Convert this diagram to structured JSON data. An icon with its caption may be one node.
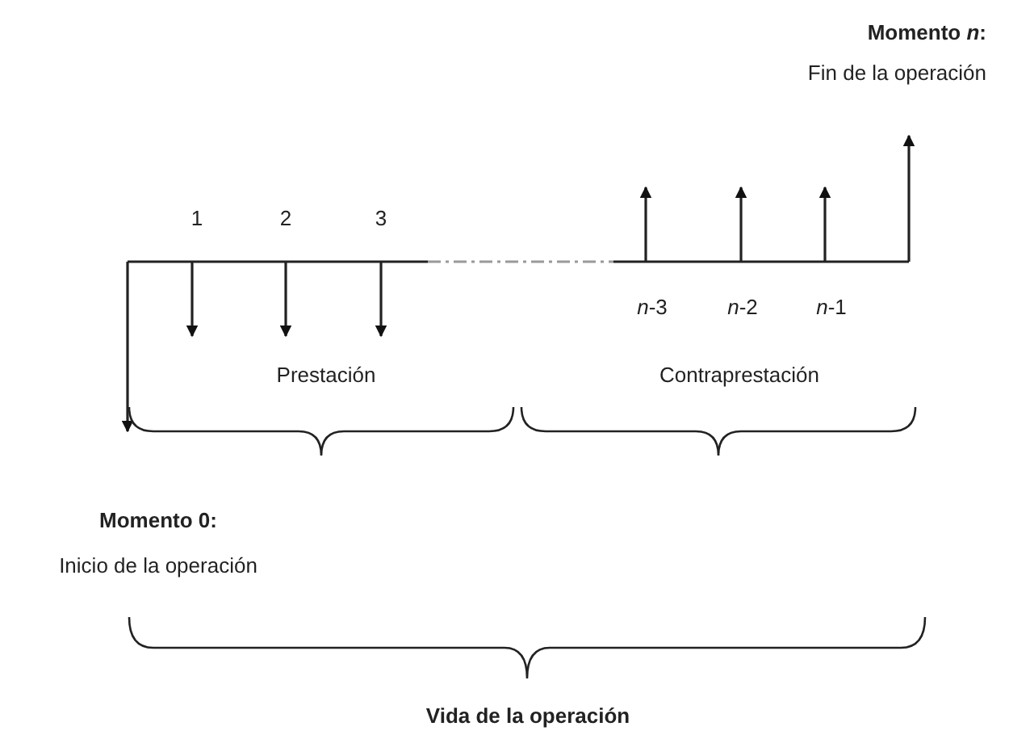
{
  "diagram": {
    "labels": [
      "Momento *n*:",
      "Fin de la operación",
      "1",
      "2",
      "3",
      "*n*-3",
      "*n*-2",
      "*n*-1",
      "Prestación",
      "Contraprestación",
      "Momento 0:",
      "Inicio de la operación",
      "Vida de la operación"
    ]
  }
}
